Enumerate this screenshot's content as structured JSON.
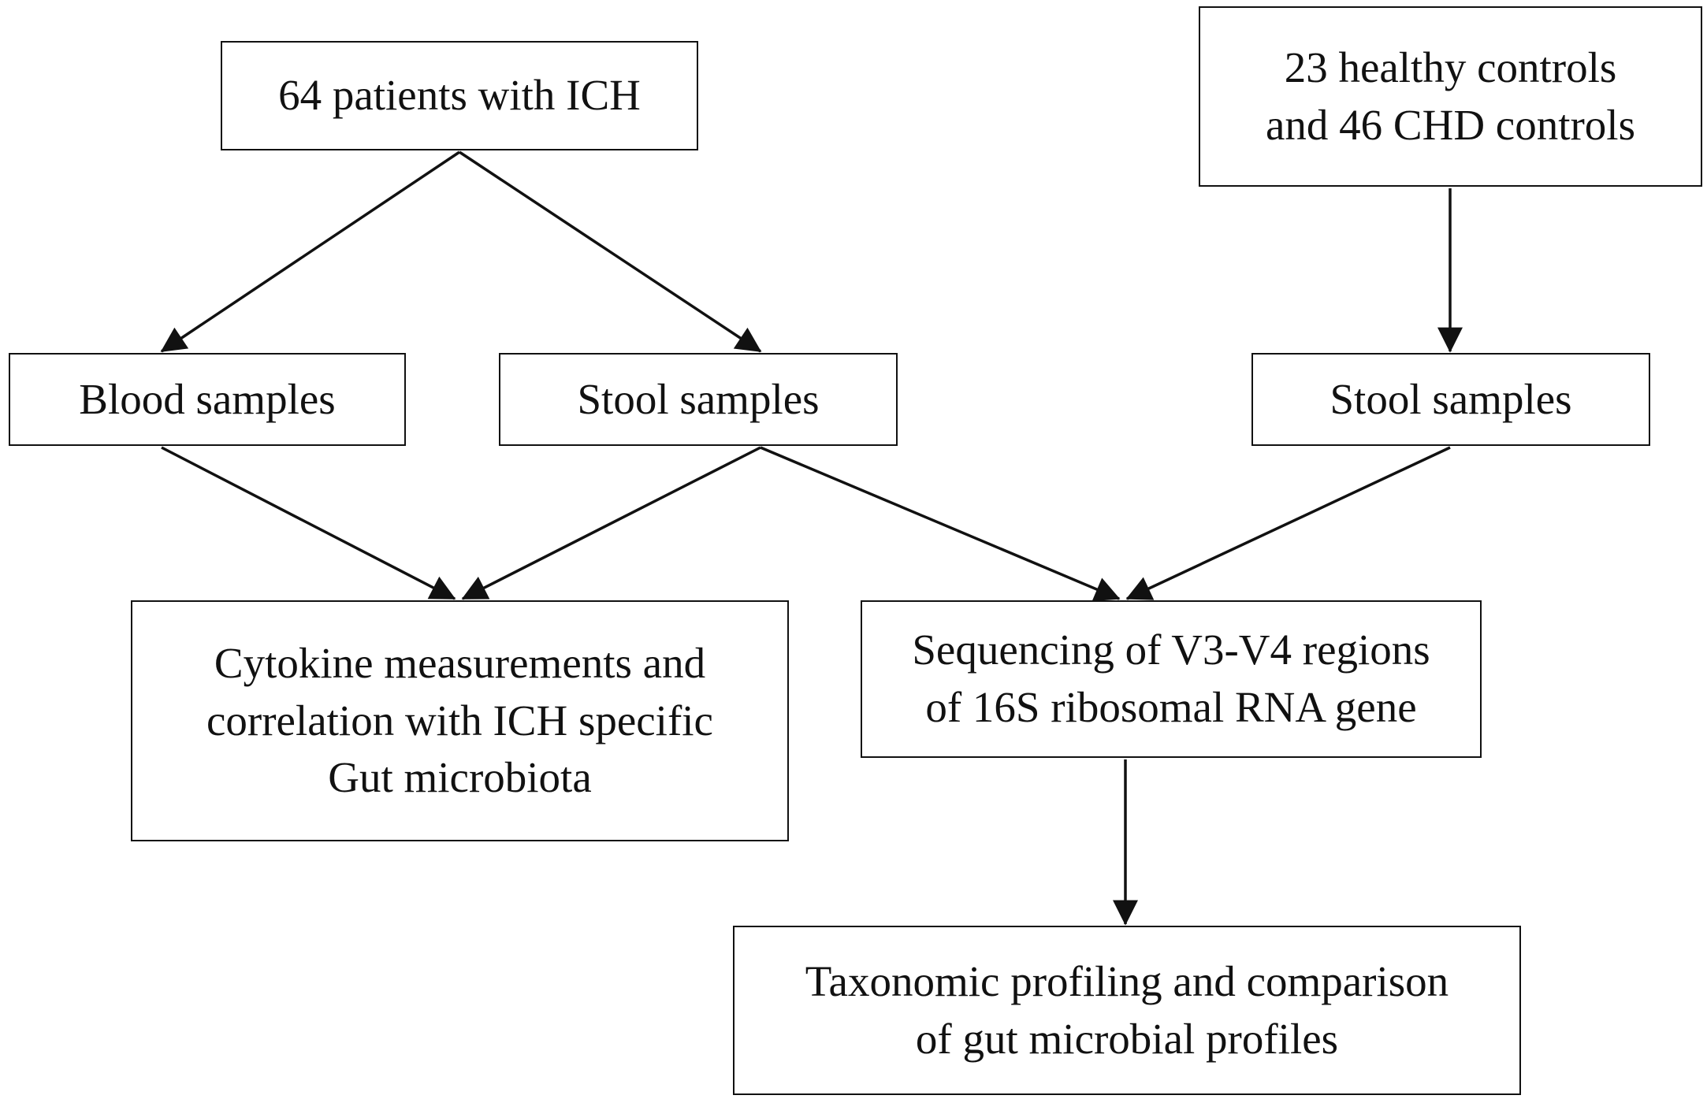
{
  "boxes": {
    "ich_patients": "64 patients with ICH",
    "controls": "23 healthy controls\nand 46 CHD controls",
    "blood_samples": "Blood samples",
    "stool_samples_ich": "Stool samples",
    "stool_samples_controls": "Stool samples",
    "cytokine": "Cytokine measurements and\ncorrelation with ICH specific\nGut microbiota",
    "sequencing": "Sequencing of V3-V4 regions\nof 16S ribosomal RNA gene",
    "taxonomic": "Taxonomic profiling and comparison\nof gut microbial profiles"
  },
  "colors": {
    "line": "#111111",
    "background": "#ffffff"
  }
}
